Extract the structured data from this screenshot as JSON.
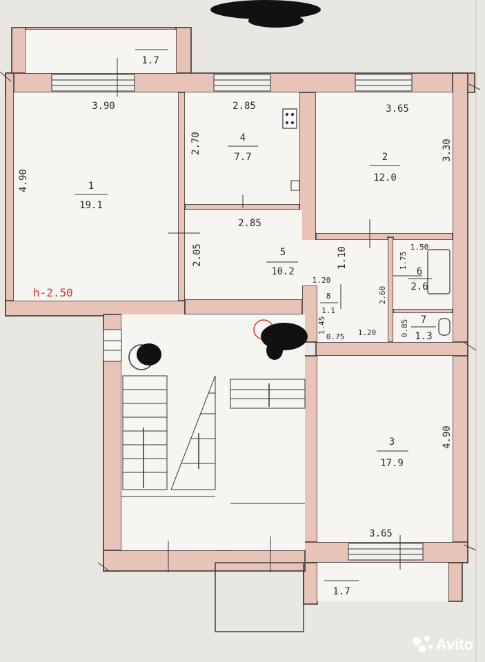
{
  "rooms": [
    {
      "id": "1",
      "area": "19.1"
    },
    {
      "id": "2",
      "area": "12.0"
    },
    {
      "id": "3",
      "area": "17.9"
    },
    {
      "id": "4",
      "area": "7.7"
    },
    {
      "id": "5",
      "area": "10.2"
    },
    {
      "id": "6",
      "area": "2.6"
    },
    {
      "id": "7",
      "area": "1.3"
    },
    {
      "id": "8",
      "area": "1.1"
    }
  ],
  "balconies": [
    "1.7",
    "1.7"
  ],
  "dimensions": {
    "d1": "3.90",
    "d2": "2.85",
    "d3": "3.65",
    "d4": "4.90",
    "d5": "2.70",
    "d6": "3.30",
    "d7": "2.85",
    "d8": "2.05",
    "d9": "1.10",
    "d10": "1.50",
    "d11": "1.75",
    "d12": "1.20",
    "d13": "2.60",
    "d14": "1.45",
    "d15": "0.75",
    "d16": "1.20",
    "d17": "0.85",
    "d18": "4.90",
    "d19": "3.65"
  },
  "ceiling_height": "h-2.50",
  "watermark": "Avito",
  "icons": [
    "stove-icon",
    "stair-arrow-icon",
    "avito-logo-icon"
  ]
}
